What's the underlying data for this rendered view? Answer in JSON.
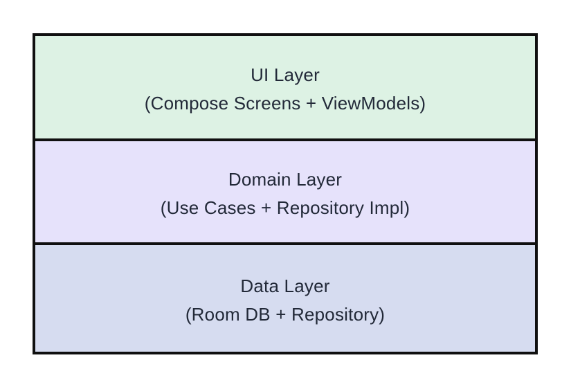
{
  "diagram": {
    "type": "layered-architecture",
    "border_color": "#101010",
    "text_color": "#222938",
    "layers": [
      {
        "name": "UI Layer",
        "detail": "(Compose Screens + ViewModels)",
        "color": "#ddf2e4"
      },
      {
        "name": "Domain Layer",
        "detail": "(Use Cases + Repository Impl)",
        "color": "#e6e2fb"
      },
      {
        "name": "Data Layer",
        "detail": "(Room DB + Repository)",
        "color": "#d6dcf0"
      }
    ]
  }
}
